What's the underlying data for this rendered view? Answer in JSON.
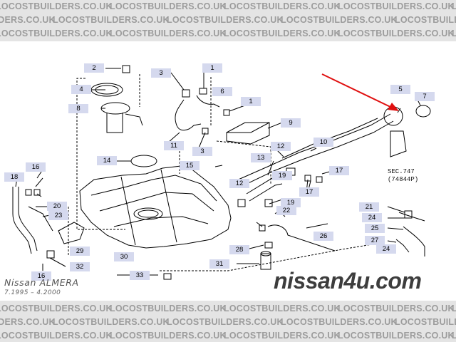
{
  "watermark_band": {
    "text": "LOCOSTBUILDERS.CO.UK",
    "color": "#9c9c9c",
    "background": "#e4e4e4"
  },
  "site_watermark": "nissan4u.com",
  "model": {
    "title": "Nissan ALMERA",
    "years": "7.1995 – 4.2000"
  },
  "section_ref": {
    "line1": "SEC.747",
    "line2": "(74844P)"
  },
  "colors": {
    "label_bg": "#d5d9ee",
    "line": "#000000",
    "arrow": "#e01010"
  },
  "callouts": [
    "1",
    "1",
    "2",
    "3",
    "3",
    "4",
    "5",
    "6",
    "7",
    "8",
    "9",
    "10",
    "11",
    "12",
    "12",
    "13",
    "14",
    "15",
    "16",
    "16",
    "17",
    "17",
    "18",
    "19",
    "19",
    "20",
    "21",
    "22",
    "23",
    "24",
    "24",
    "25",
    "26",
    "27",
    "28",
    "29",
    "30",
    "31",
    "32",
    "33"
  ]
}
